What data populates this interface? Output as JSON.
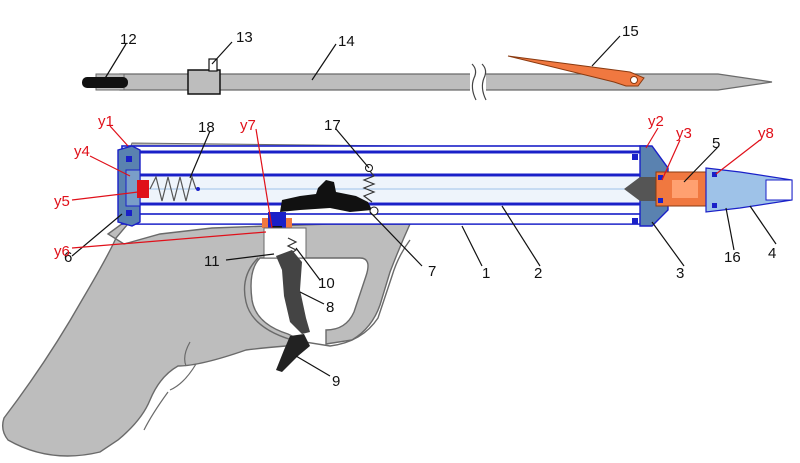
{
  "colors": {
    "body_gray": "#bdbdbd",
    "outline": "#666666",
    "blue": "#1a20c8",
    "orange": "#f07840",
    "red": "#e0101a",
    "dark_gray": "#555555",
    "light_blue": "#9ec2e8"
  },
  "labels": {
    "n1": "1",
    "n2": "2",
    "n3": "3",
    "n4": "4",
    "n5": "5",
    "n6": "6",
    "n7": "7",
    "n8": "8",
    "n9": "9",
    "n10": "10",
    "n11": "11",
    "n12": "12",
    "n13": "13",
    "n14": "14",
    "n15": "15",
    "n16": "16",
    "n17": "17",
    "n18": "18",
    "y1": "у1",
    "y2": "у2",
    "y3": "у3",
    "y4": "у4",
    "y5": "у5",
    "y6": "у6",
    "y7": "у7",
    "y8": "у8"
  }
}
